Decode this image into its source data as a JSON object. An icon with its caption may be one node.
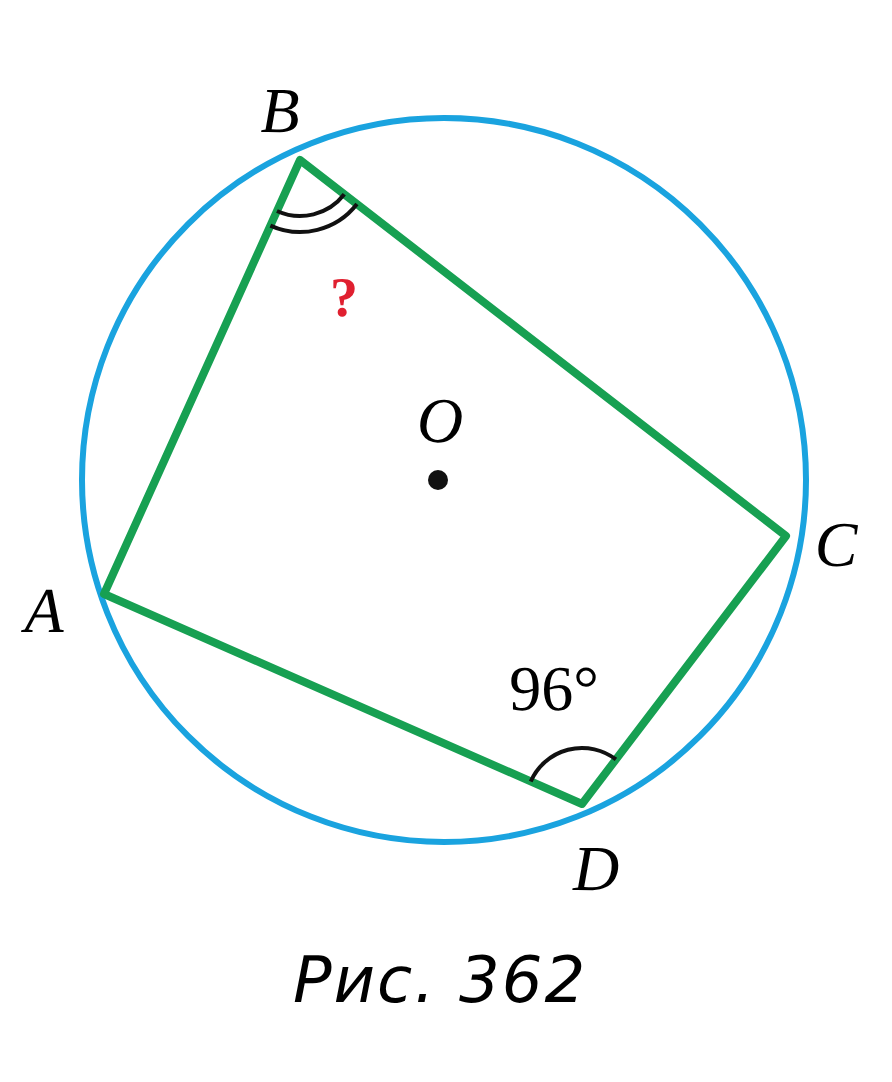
{
  "diagram": {
    "caption": "Рис. 362",
    "labels": [
      "B",
      "?",
      "O",
      "C",
      "A",
      "96°",
      "D"
    ]
  }
}
